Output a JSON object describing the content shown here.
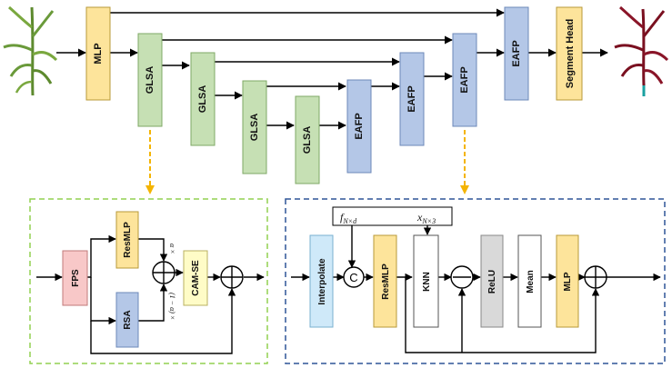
{
  "colors": {
    "mlp": "#fde49b",
    "glsa": "#c6e0b4",
    "eafp": "#b4c7e7",
    "fps": "#f8c8c8",
    "interpolate": "#cfe9f9",
    "relu": "#d9d9d9",
    "white": "#ffffff",
    "dash_green": "#92d050",
    "dash_blue": "#2f5597",
    "dash_arrow": "#f4b400",
    "plant_green": "#6a9a3a",
    "plant_red": "#7a1020",
    "stem_teal": "#1aa0a0"
  },
  "backbone": {
    "mlp": "MLP",
    "glsa_1": "GLSA",
    "glsa_2": "GLSA",
    "glsa_3": "GLSA",
    "glsa_4": "GLSA",
    "eafp_1": "EAFP",
    "eafp_2": "EAFP",
    "eafp_3": "EAFP",
    "eafp_4": "EAFP",
    "segment_head": "Segment Head"
  },
  "glsa_module": {
    "fps": "FPS",
    "resmlp": "ResMLP",
    "rsa": "RSA",
    "cam_se": "CAM-SE",
    "alpha": "α ×",
    "one_minus_alpha": "(1 − α) ×"
  },
  "eafp_module": {
    "interpolate": "Interpolate",
    "concat": "C",
    "resmlp": "ResMLP",
    "knn": "KNN",
    "relu": "ReLU",
    "mean": "Mean",
    "mlp": "MLP",
    "f_label": "f",
    "f_sub": "N×d",
    "x_label": "x",
    "x_sub": "N×3"
  }
}
